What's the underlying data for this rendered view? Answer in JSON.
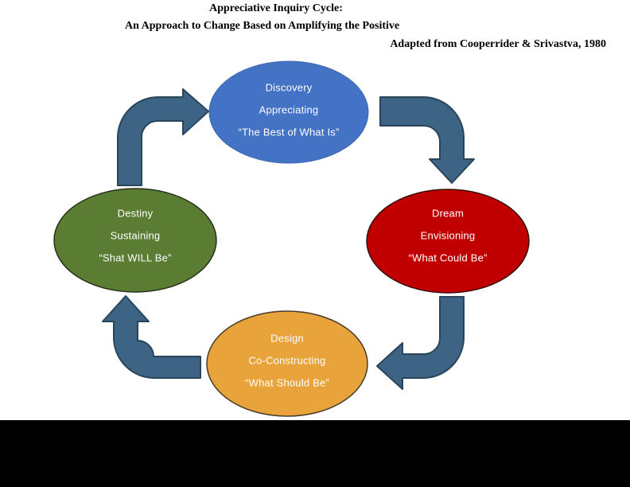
{
  "header": {
    "title_line1": "Appreciative Inquiry Cycle:",
    "title_line2": "An Approach to Change Based on Amplifying the Positive",
    "attribution": "Adapted from Cooperrider & Srivastva, 1980"
  },
  "colors": {
    "discovery_fill": "#4472C4",
    "dream_fill": "#C00000",
    "design_fill": "#E9A33B",
    "destiny_fill": "#5A7D33",
    "arrow_fill": "#3D6485",
    "arrow_stroke": "#28455C",
    "footer_bar": "#000000",
    "label_text": "#FFFFFF",
    "title_text": "#000000"
  },
  "cycle": {
    "stages": [
      {
        "name": "Discovery",
        "process": "Appreciating",
        "quote": "“The Best of What Is”"
      },
      {
        "name": "Dream",
        "process": "Envisioning",
        "quote": "“What Could Be”"
      },
      {
        "name": "Design",
        "process": "Co-Constructing",
        "quote": "“What Should Be”"
      },
      {
        "name": "Destiny",
        "process": "Sustaining",
        "quote": "“Shat WILL Be”"
      }
    ]
  }
}
